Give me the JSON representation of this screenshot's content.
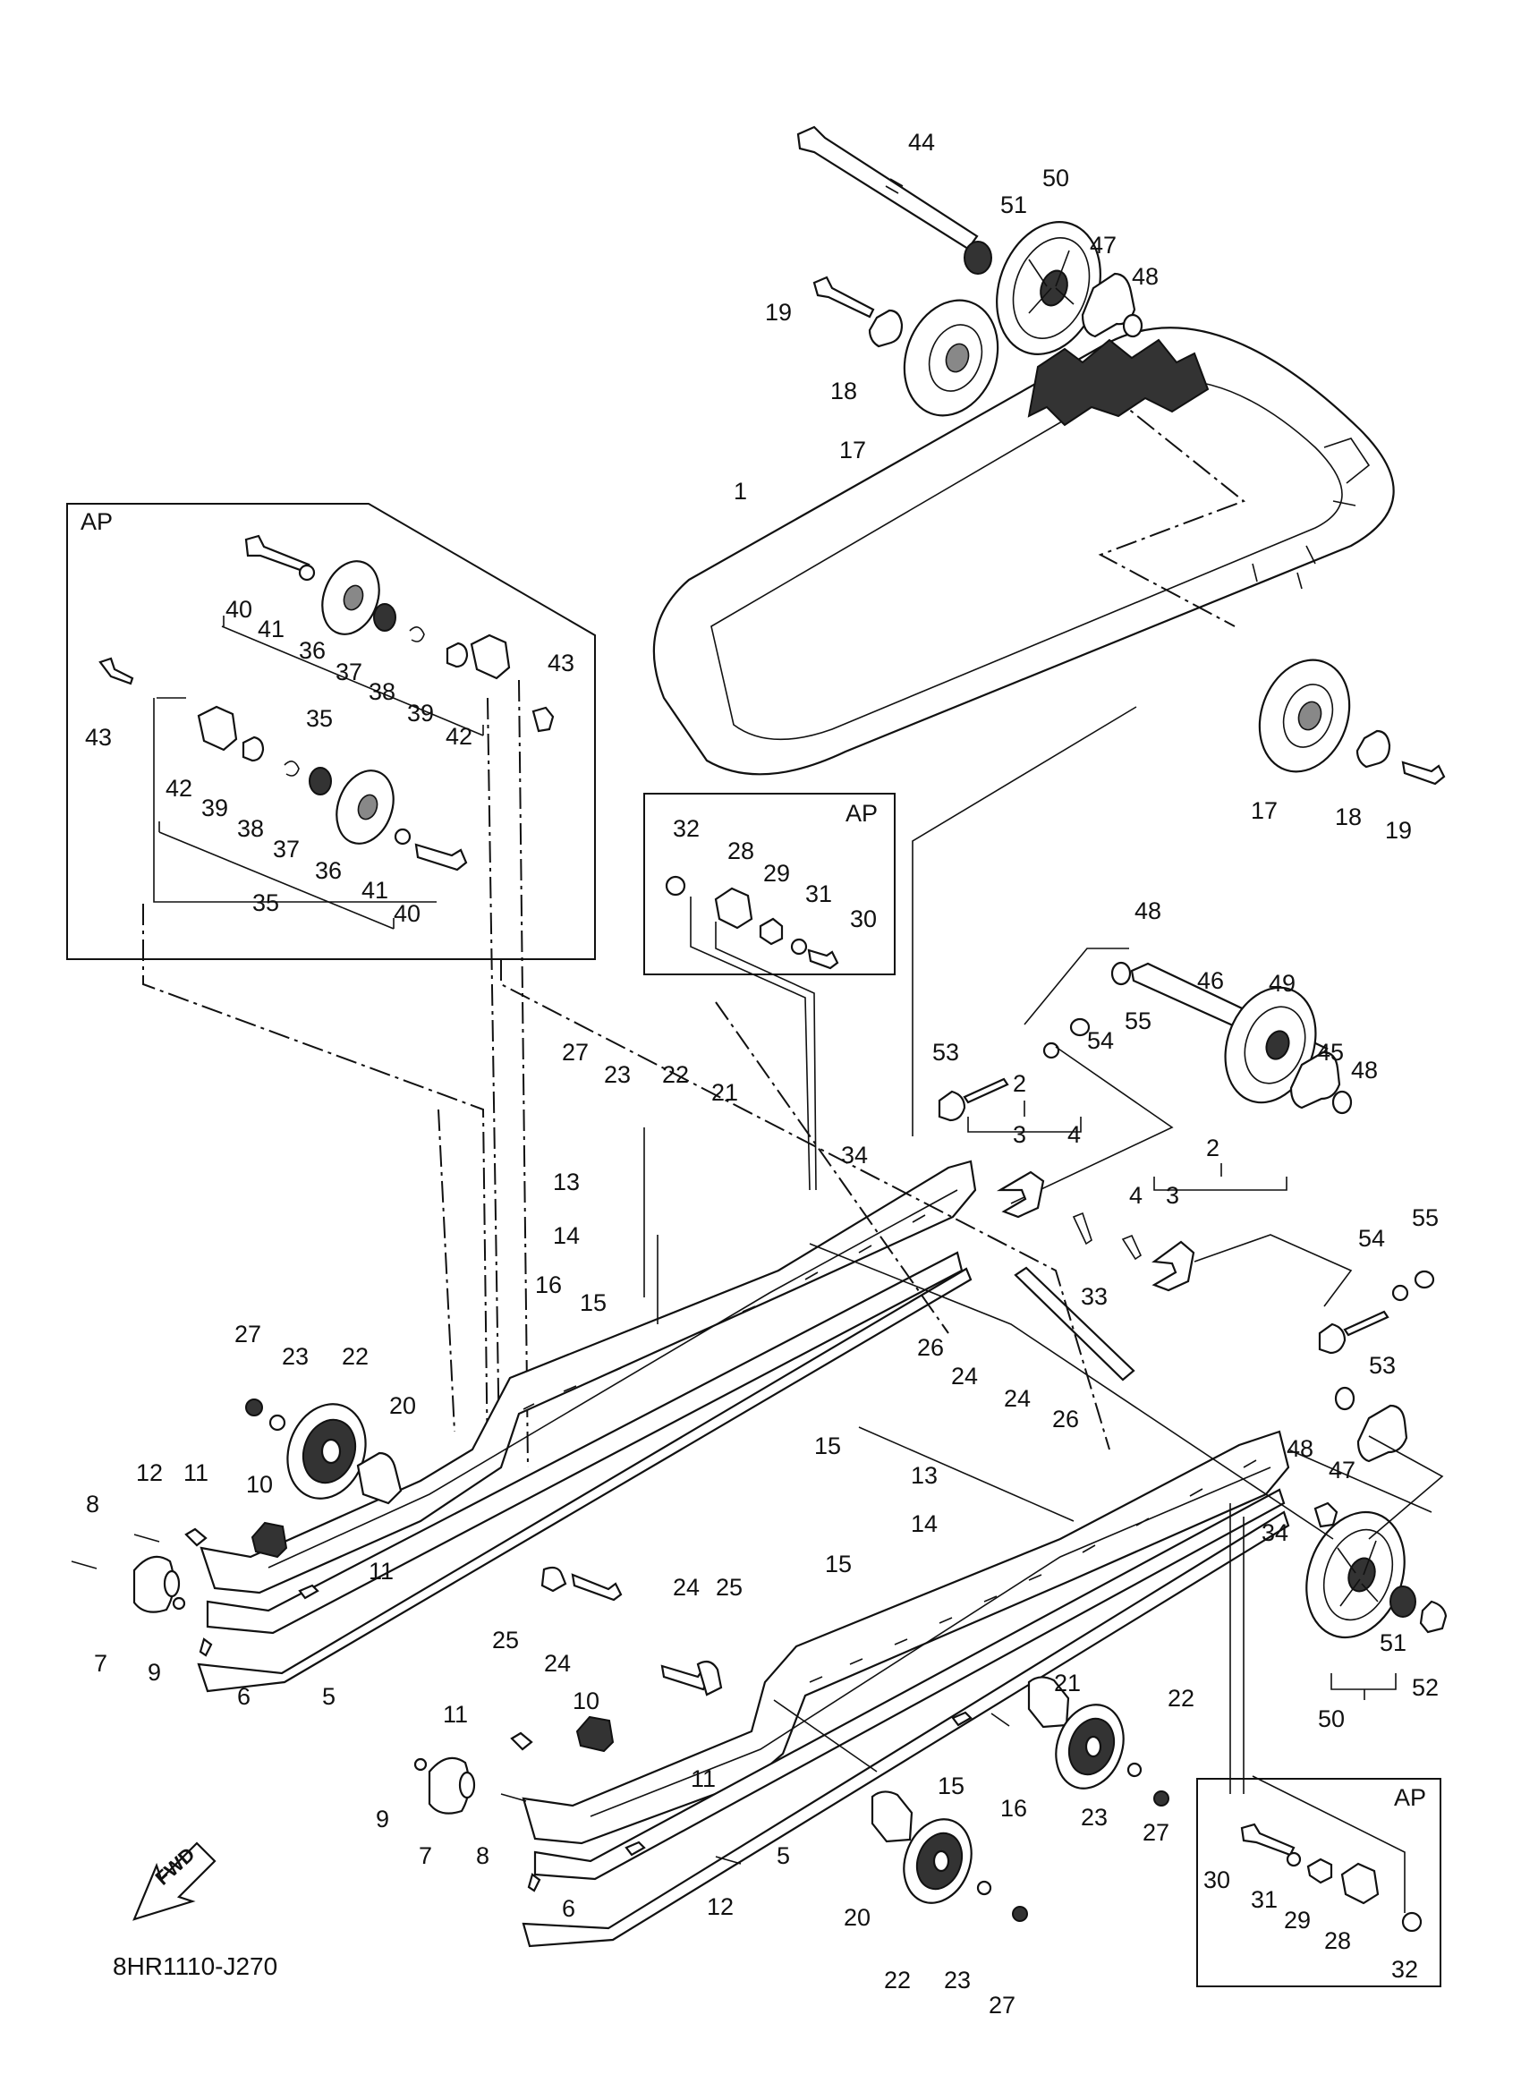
{
  "diagram_code": "8HR1110-J270",
  "fwd_label": "FWD",
  "group_tag": "AP",
  "callouts": [
    "1",
    "2",
    "3",
    "4",
    "5",
    "6",
    "7",
    "8",
    "9",
    "10",
    "11",
    "12",
    "13",
    "14",
    "15",
    "16",
    "17",
    "18",
    "19",
    "20",
    "21",
    "22",
    "23",
    "24",
    "25",
    "26",
    "27",
    "28",
    "29",
    "30",
    "31",
    "32",
    "33",
    "34",
    "35",
    "36",
    "37",
    "38",
    "39",
    "40",
    "41",
    "42",
    "43",
    "44",
    "45",
    "46",
    "47",
    "48",
    "49",
    "50",
    "51",
    "52",
    "53",
    "54",
    "55"
  ]
}
